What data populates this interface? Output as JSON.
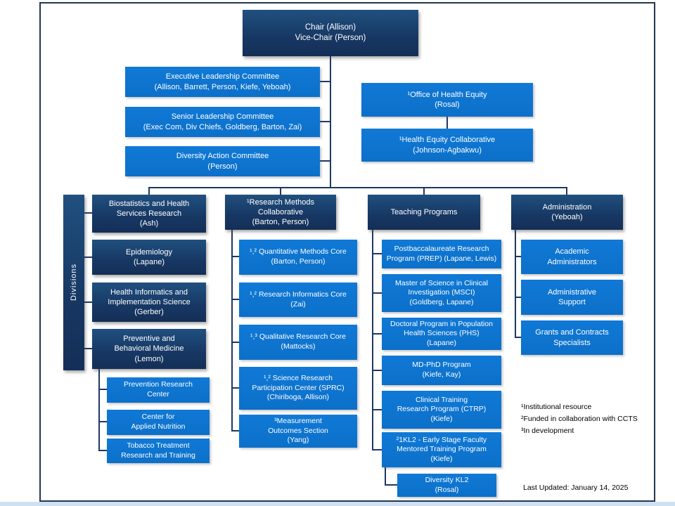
{
  "org_chart": {
    "root": {
      "label": "Chair (Allison)\nVice-Chair (Person)"
    },
    "committees": [
      {
        "label": "Executive Leadership Committee\n(Allison, Barrett, Person, Kiefe, Yeboah)"
      },
      {
        "label": "Senior Leadership Committee\n(Exec Com, Div Chiefs, Goldberg, Barton, Zai)"
      },
      {
        "label": "Diversity Action Committee\n(Person)"
      }
    ],
    "health_equity": [
      {
        "label": "¹Office of Health Equity\n(Rosal)"
      },
      {
        "label": "¹Health Equity Collaborative\n(Johnson-Agbakwu)"
      }
    ],
    "divisions": {
      "sidebar_label": "Divisions",
      "items": [
        {
          "label": "Biostatistics and Health\nServices Research\n(Ash)"
        },
        {
          "label": "Epidemiology\n(Lapane)"
        },
        {
          "label": "Health Informatics and\nImplementation Science\n(Gerber)"
        },
        {
          "label": "Preventive and\nBehavioral Medicine\n(Lemon)"
        }
      ],
      "preventive_children": [
        {
          "label": "Prevention Research\nCenter"
        },
        {
          "label": "Center for\nApplied Nutrition"
        },
        {
          "label": "Tobacco Treatment\nResearch and Training"
        }
      ]
    },
    "research_methods": {
      "header": {
        "label": "¹Research Methods\nCollaborative\n(Barton, Person)"
      },
      "items": [
        {
          "label": "¹,² Quantitative Methods Core\n(Barton, Person)"
        },
        {
          "label": "¹,² Research Informatics Core\n(Zai)"
        },
        {
          "label": "¹,³ Qualitative Research Core\n(Mattocks)"
        },
        {
          "label": "¹,² Science Research\nParticipation Center (SPRC)\n(Chiriboga, Allison)"
        },
        {
          "label": "³Measurement\nOutcomes Section\n(Yang)"
        }
      ]
    },
    "teaching": {
      "header": {
        "label": "Teaching Programs"
      },
      "items": [
        {
          "label": "Postbaccalaureate Research\nProgram (PREP) (Lapane, Lewis)"
        },
        {
          "label": "Master of Science in Clinical\nInvestigation (MSCI)\n(Goldberg, Lapane)"
        },
        {
          "label": "Doctoral Program in Population\nHealth Sciences (PHS)\n(Lapane)"
        },
        {
          "label": "MD-PhD Program\n(Kiefe, Kay)"
        },
        {
          "label": "Clinical Training\nResearch Program (CTRP)\n(Kiefe)"
        },
        {
          "label": "²1KL2 - Early Stage Faculty\nMentored Training Program\n(Kiefe)"
        }
      ],
      "kl2_child": {
        "label": "Diversity KL2\n(Rosal)"
      }
    },
    "administration": {
      "header": {
        "label": "Administration\n(Yeboah)"
      },
      "items": [
        {
          "label": "Academic\nAdministrators"
        },
        {
          "label": "Administrative\nSupport"
        },
        {
          "label": "Grants and Contracts\nSpecialists"
        }
      ]
    },
    "footnotes": [
      "¹Institutional resource",
      "²Funded  in collaboration with CCTS",
      "³In development"
    ],
    "last_updated": "Last Updated: January 14, 2025",
    "colors": {
      "navy_box": "#17365d",
      "blue_box": "#0e75d1",
      "connector": "#1f3864",
      "frame": "#22374e",
      "bottom_strip": "#cfe0f2"
    }
  }
}
